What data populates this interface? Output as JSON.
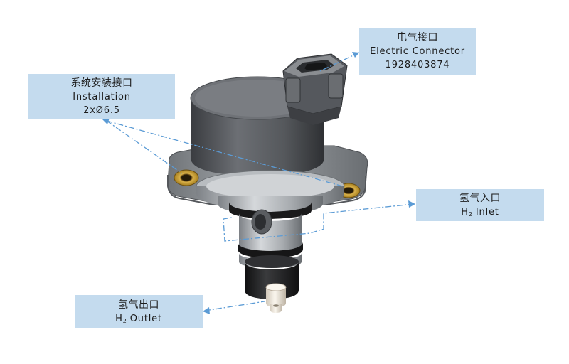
{
  "callouts": {
    "electric_connector": {
      "label_cn": "电气接口",
      "label_en": "Electric Connector",
      "part_number": "1928403874"
    },
    "installation": {
      "label_cn": "系统安装接口",
      "label_en": "Installation",
      "spec": "2xØ6.5"
    },
    "h2_inlet": {
      "label_cn": "氢气入口",
      "prefix": "H",
      "subscript": "2",
      "label_en": "Inlet"
    },
    "h2_outlet": {
      "label_cn": "氢气出口",
      "prefix": "H",
      "subscript": "2",
      "label_en": "Outlet"
    }
  },
  "colors": {
    "callout_fill": "#c4dbee",
    "leader_line": "#5b9bd5",
    "body_metal": "#5e6166",
    "flange_metal": "#8d9195",
    "brass_bushing": "#c9a13a",
    "seal_black": "#1c1c1c",
    "nozzle_white": "#f2ece2"
  }
}
